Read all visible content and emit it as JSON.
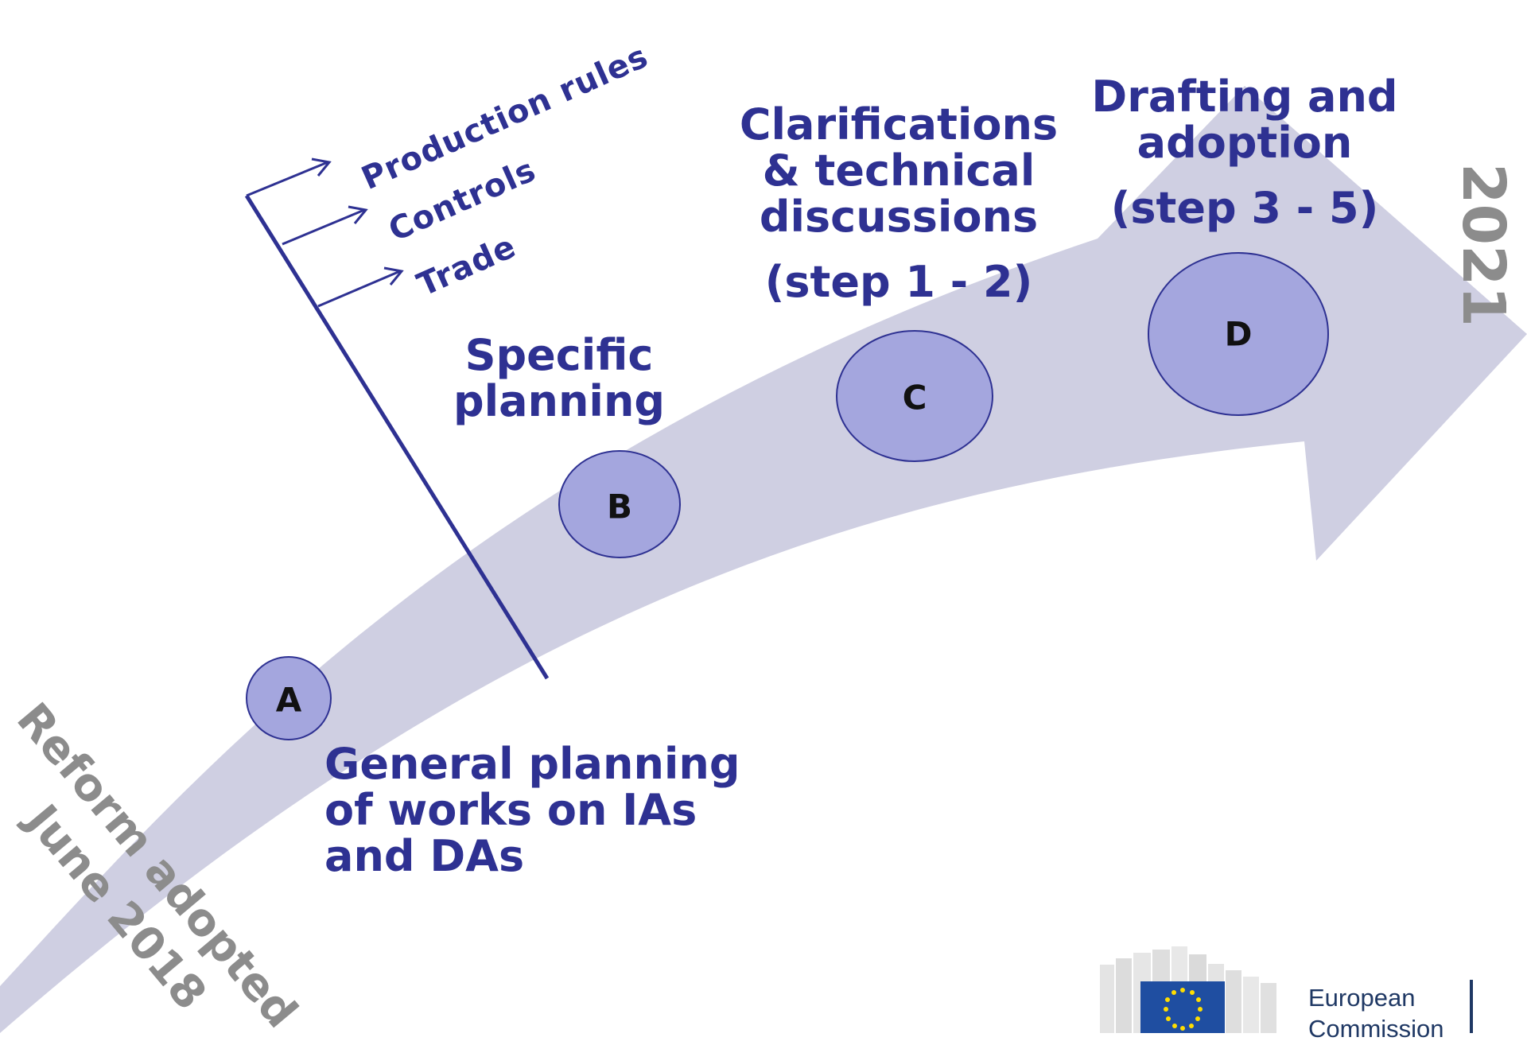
{
  "branches": [
    "Production  rules",
    "Controls",
    "Trade"
  ],
  "steps": [
    {
      "letter": "A",
      "caption": [
        "General planning",
        "of works on IAs",
        "and DAs"
      ]
    },
    {
      "letter": "B",
      "caption": [
        "Specific",
        "planning"
      ]
    },
    {
      "letter": "C",
      "caption": [
        "Clarifications",
        "& technical",
        "discussions"
      ],
      "sub": "(step 1 - 2)"
    },
    {
      "letter": "D",
      "caption": [
        "Drafting and",
        "adoption"
      ],
      "sub": "(step 3 - 5)"
    }
  ],
  "start_label": [
    "Reform adopted",
    "June 2018"
  ],
  "end_label": "2021",
  "logo": {
    "line1": "European",
    "line2": "Commission"
  },
  "colors": {
    "arrow": "#cfcfe2",
    "circle_fill": "#a4a6de",
    "circle_stroke": "#2e3192",
    "text_blue": "#2e3192",
    "gray_text": "#8c8c8c"
  }
}
